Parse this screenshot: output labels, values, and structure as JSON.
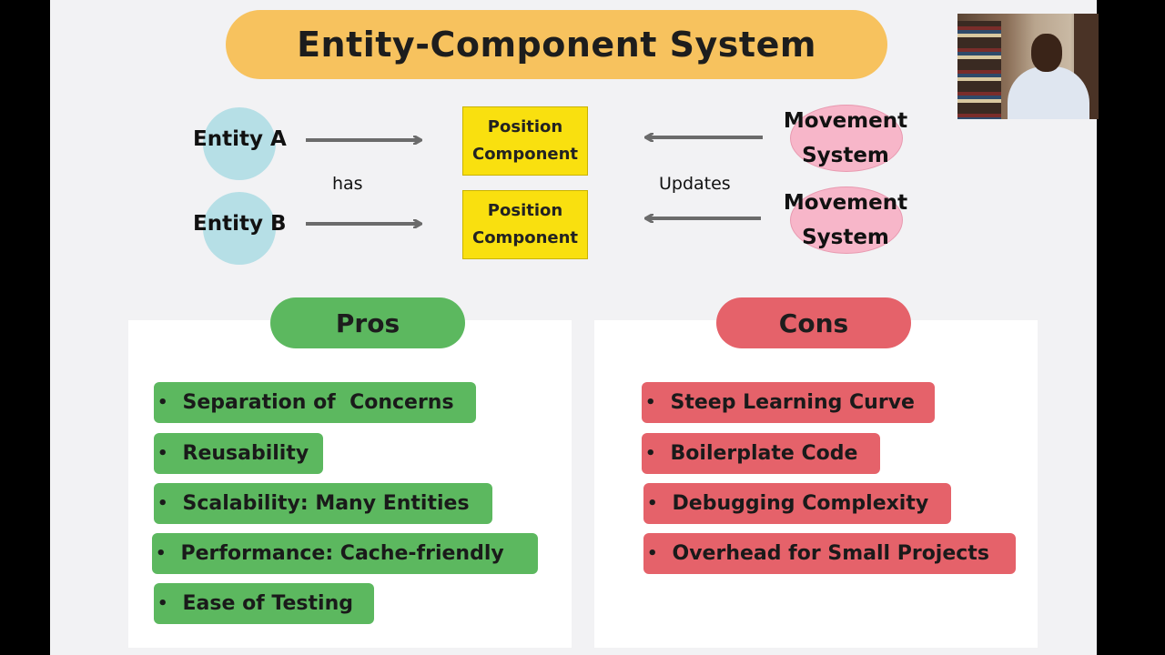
{
  "title": "Entity-Component System",
  "diagram": {
    "entities": [
      {
        "label": "Entity A"
      },
      {
        "label": "Entity B"
      }
    ],
    "relation_has": "has",
    "components": [
      {
        "line1": "Position",
        "line2": "Component"
      },
      {
        "line1": "Position",
        "line2": "Component"
      }
    ],
    "relation_updates": "Updates",
    "systems": [
      {
        "line1": "Movement",
        "line2": "System"
      },
      {
        "line1": "Movement",
        "line2": "System"
      }
    ]
  },
  "pros": {
    "header": "Pros",
    "items": [
      "Separation of  Concerns",
      "Reusability",
      "Scalability: Many Entities",
      "Performance: Cache-friendly",
      "Ease of Testing"
    ]
  },
  "cons": {
    "header": "Cons",
    "items": [
      "Steep Learning Curve",
      "Boilerplate Code",
      "Debugging Complexity",
      "Overhead for Small Projects"
    ]
  },
  "bullet": "•",
  "colors": {
    "title_pill": "#f7c25e",
    "component_box": "#f9e00f",
    "entity_circle": "#b6dfe6",
    "system_ellipse": "#f7b6c9",
    "pros_green": "#5cb85f",
    "cons_red": "#e5626a",
    "arrow": "#6b6b6b"
  },
  "webcam": {
    "subject": "presenter-video-thumbnail"
  }
}
